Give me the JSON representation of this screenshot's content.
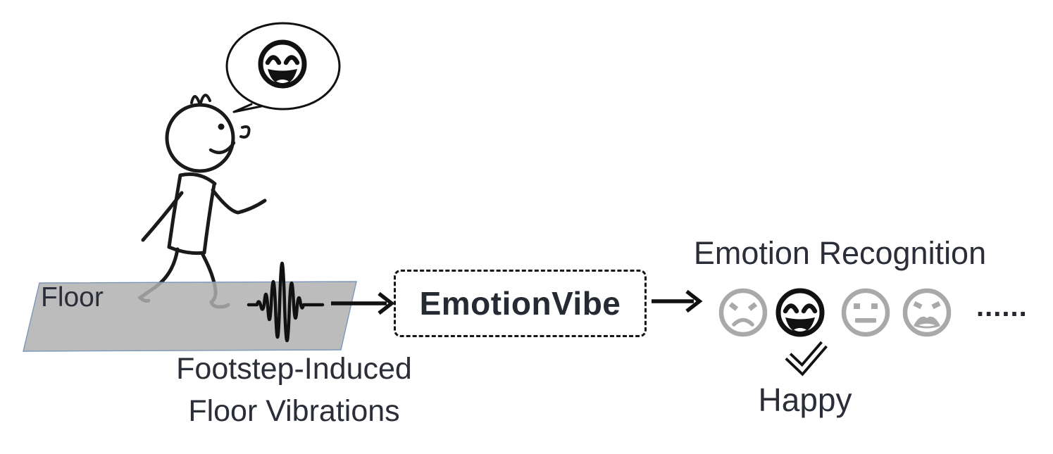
{
  "figure": {
    "floor_label": "Floor",
    "caption": {
      "line1": "Footstep-Induced",
      "line2": "Floor Vibrations"
    },
    "system": {
      "name": "EmotionVibe"
    },
    "output": {
      "title": "Emotion Recognition",
      "emotions": [
        {
          "id": "sad",
          "selected": false
        },
        {
          "id": "happy",
          "selected": true
        },
        {
          "id": "neutral",
          "selected": false
        },
        {
          "id": "upset",
          "selected": false
        }
      ],
      "ellipsis": "......",
      "predicted_label": "Happy"
    },
    "speech_bubble_emotion": "happy"
  },
  "colors": {
    "ink": "#111111",
    "text": "#2b2e38",
    "inactive_face": "#a9a9a9",
    "selected_face": "#111111",
    "floor_fill": "#bcbcbc",
    "floor_border": "#7d96bb"
  }
}
